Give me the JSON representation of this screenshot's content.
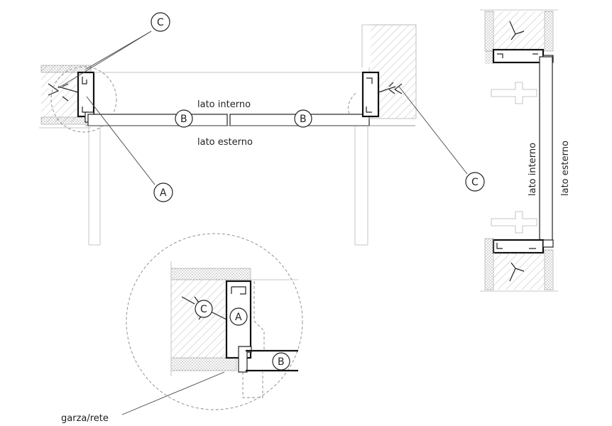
{
  "labels": {
    "lato_interno": "lato interno",
    "lato_esterno": "lato esterno",
    "garza_rete": "garza/rete"
  },
  "callouts": {
    "a": "A",
    "b": "B",
    "c": "C"
  }
}
